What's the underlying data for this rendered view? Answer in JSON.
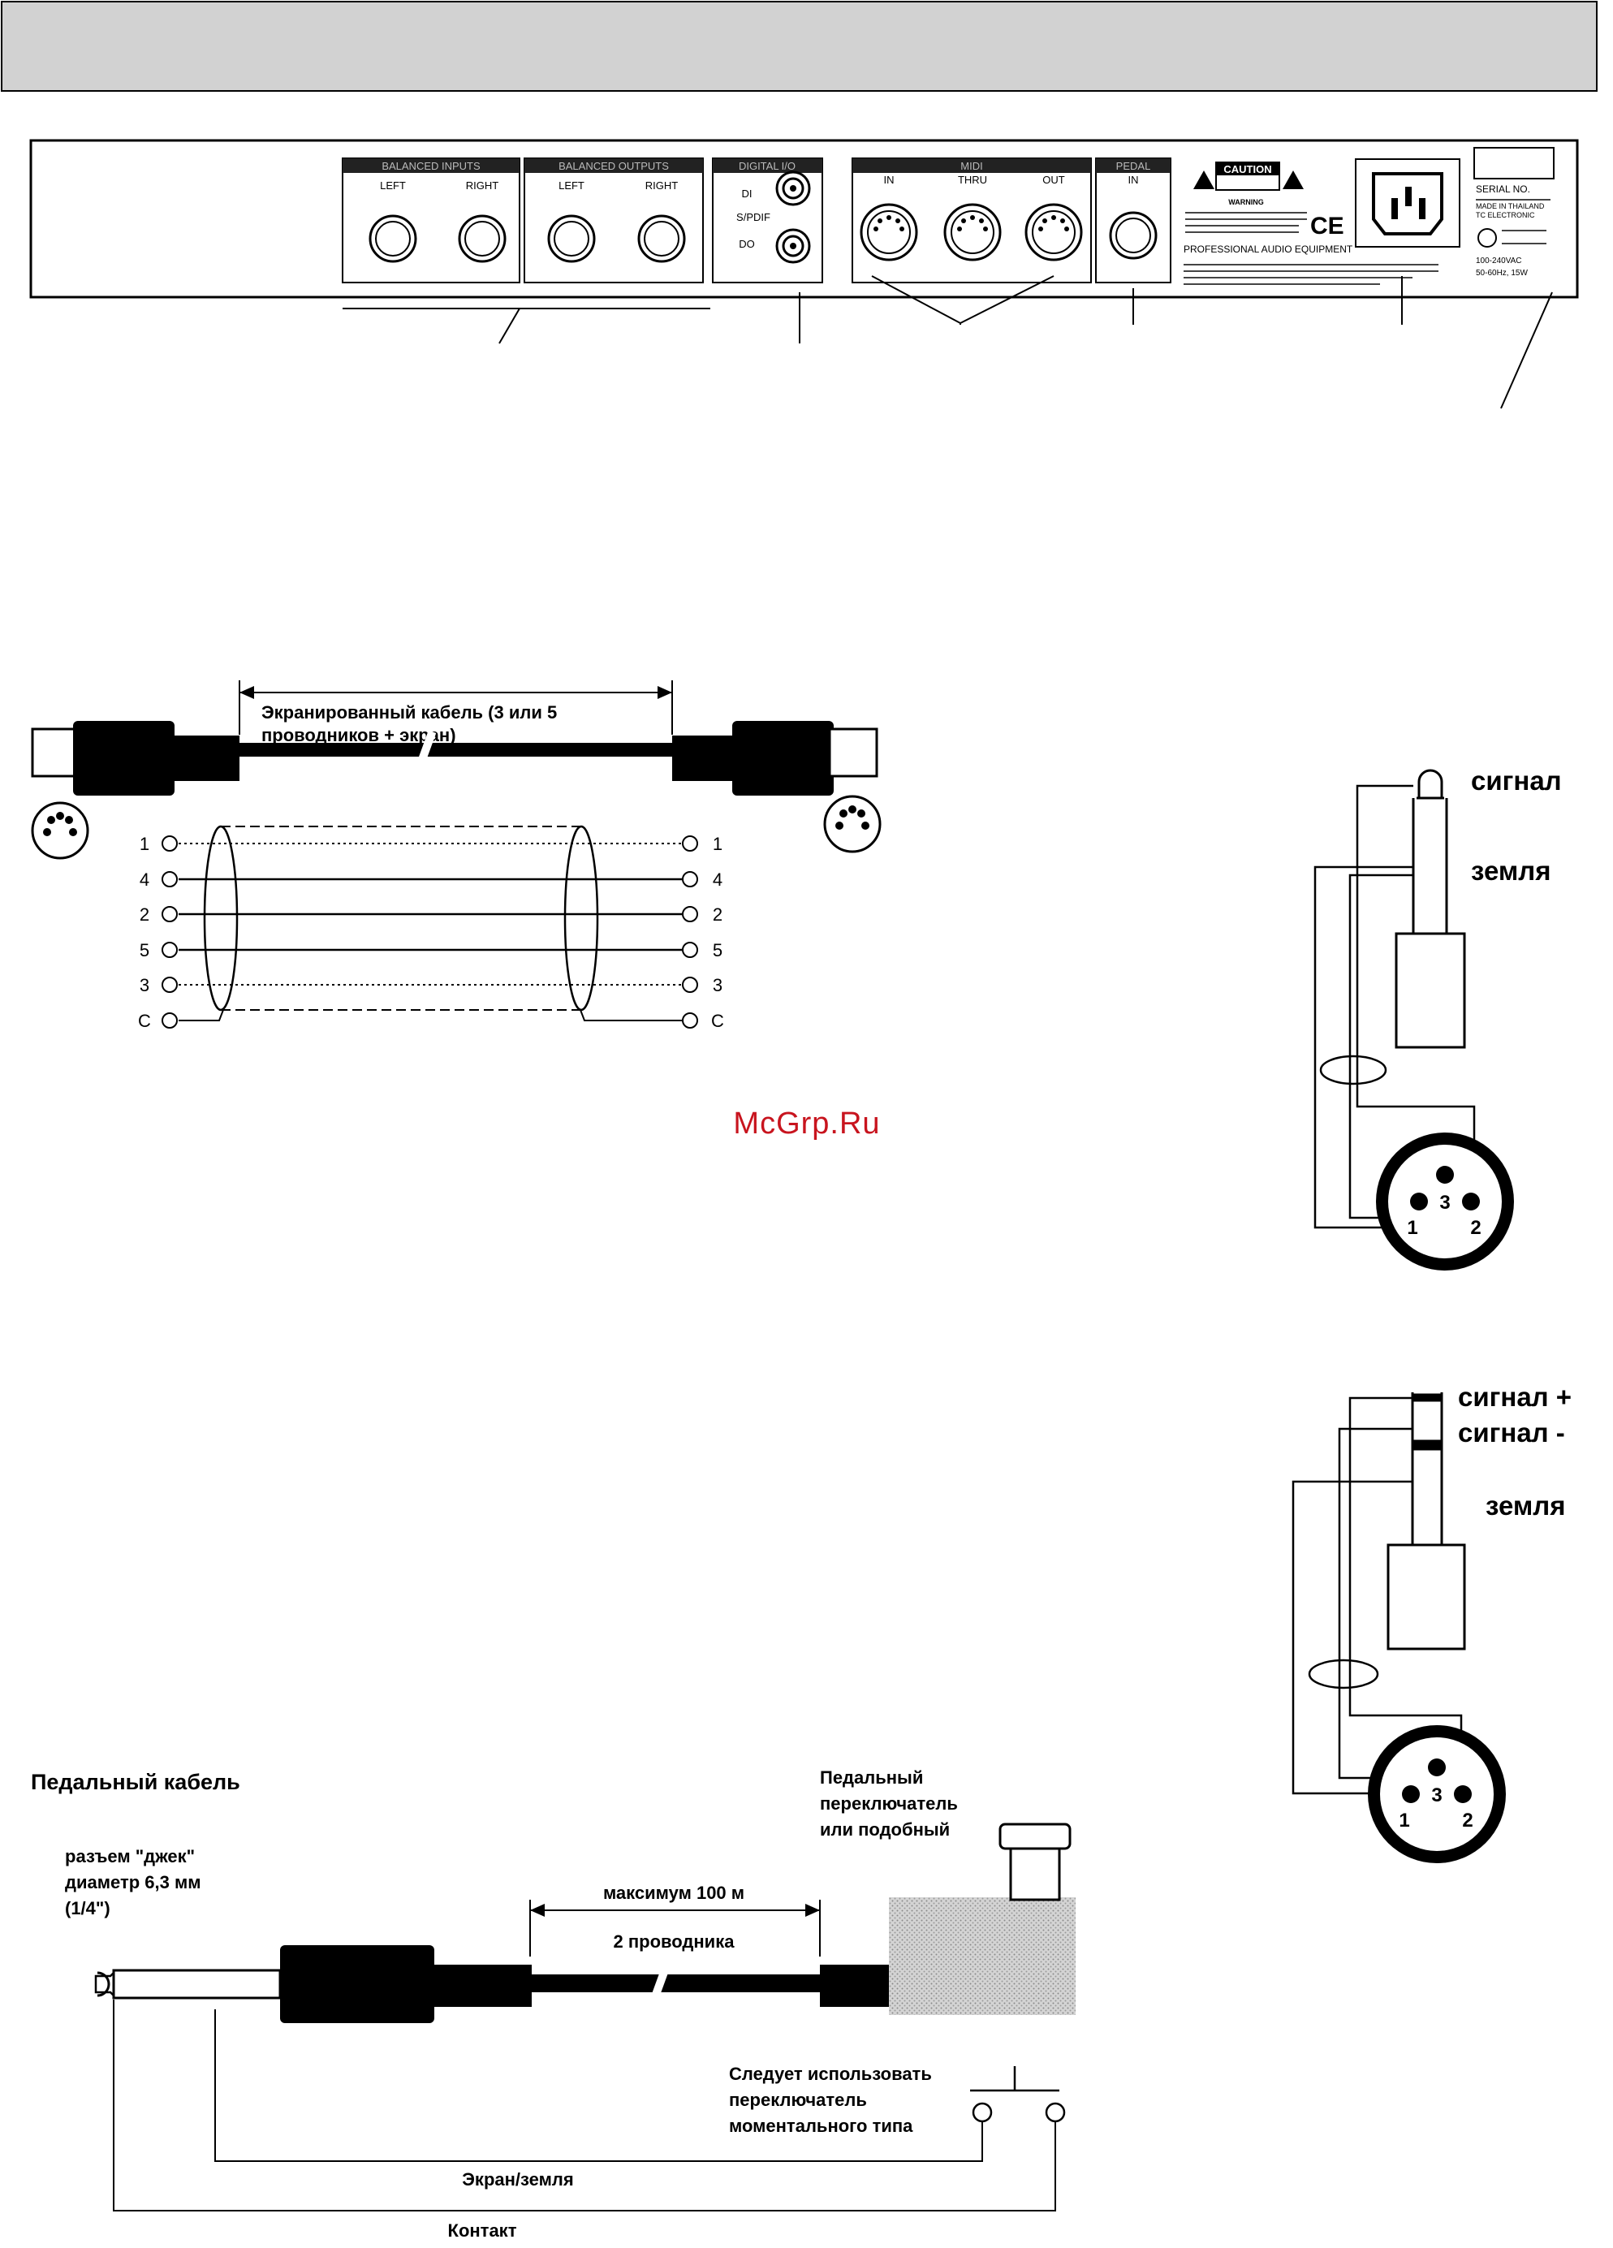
{
  "rear_panel": {
    "groups": {
      "balanced_inputs": {
        "title": "BALANCED INPUTS",
        "left": "LEFT",
        "right": "RIGHT"
      },
      "balanced_outputs": {
        "title": "BALANCED OUTPUTS",
        "left": "LEFT",
        "right": "RIGHT"
      },
      "digital_io": {
        "title": "DIGITAL I/O",
        "di": "DI",
        "spdif": "S/PDIF",
        "do": "DO"
      },
      "midi": {
        "title": "MIDI",
        "in": "IN",
        "thru": "THRU",
        "out": "OUT"
      },
      "pedal": {
        "title": "PEDAL",
        "in": "IN"
      }
    },
    "caution": {
      "title": "CAUTION",
      "warning": "WARNING",
      "pro_audio": "PROFESSIONAL AUDIO EQUIPMENT",
      "ce": "CE"
    },
    "serial": {
      "serial_no": "SERIAL NO.",
      "made_in": "MADE IN THAILAND",
      "brand": "TC ELECTRONIC",
      "voltage": "100-240VAC",
      "power": "50-60Hz, 15W"
    }
  },
  "midi_cable": {
    "cable_label_1": "Экранированный кабель (3 или 5",
    "cable_label_2": "проводников + экран)",
    "pins_left": [
      "1",
      "4",
      "2",
      "5",
      "3",
      "C"
    ],
    "pins_right": [
      "1",
      "4",
      "2",
      "5",
      "3",
      "C"
    ]
  },
  "watermark": "McGrp.Ru",
  "xlr_unbalanced": {
    "signal": "сигнал",
    "ground": "земля",
    "pins": [
      "3",
      "1",
      "2"
    ]
  },
  "xlr_balanced": {
    "signal_plus": "сигнал +",
    "signal_minus": "сигнал -",
    "ground": "земля",
    "pins": [
      "3",
      "1",
      "2"
    ]
  },
  "pedal_cable": {
    "title": "Педальный кабель",
    "jack_1": "разъем \"джек\"",
    "jack_2": "диаметр 6,3 мм",
    "jack_3": "(1/4\")",
    "max_length": "максимум 100 м",
    "conductors": "2 проводника",
    "switch_1": "Педальный",
    "switch_2": "переключатель",
    "switch_3": "или подобный",
    "momentary_1": "Следует использовать",
    "momentary_2": "переключатель",
    "momentary_3": "моментального типа",
    "shield": "Экран/земля",
    "contact": "Контакт"
  }
}
